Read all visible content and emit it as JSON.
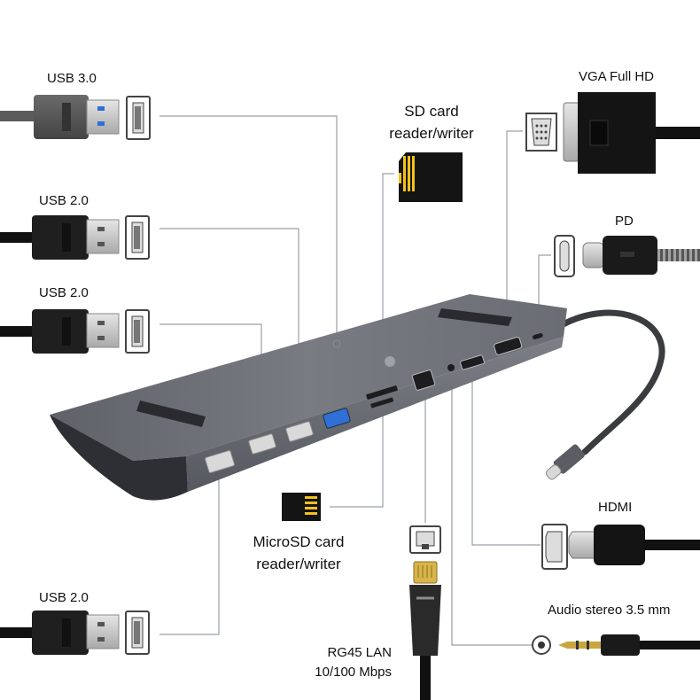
{
  "colors": {
    "hub_body": "#6b6e75",
    "hub_dark": "#2d2f34",
    "leader": "#9aa0a6",
    "cable": "#1e1e1e",
    "usb3_blue": "#2f6fd6",
    "sd_yellow": "#f2c21b"
  },
  "labels": {
    "usb30": "USB 3.0",
    "usb20_a": "USB 2.0",
    "usb20_b": "USB 2.0",
    "usb20_c": "USB 2.0",
    "sd_line1": "SD card",
    "sd_line2": "reader/writer",
    "vga": "VGA Full HD",
    "pd": "PD",
    "microsd_line1": "MicroSD card",
    "microsd_line2": "reader/writer",
    "hdmi": "HDMI",
    "audio": "Audio stereo 3.5 mm",
    "rj45_line1": "RG45 LAN",
    "rj45_line2": "10/100 Mbps"
  },
  "icons": {
    "usb_plug": "usb-a-plug-icon",
    "usb_port": "usb-a-port-icon",
    "sd_card": "sd-card-icon",
    "microsd_card": "microsd-card-icon",
    "vga_port": "vga-port-icon",
    "usb_c_port": "usb-c-port-icon",
    "hdmi_port": "hdmi-port-icon",
    "rj45_port": "rj45-port-icon",
    "audio_jack": "audio-jack-icon"
  }
}
